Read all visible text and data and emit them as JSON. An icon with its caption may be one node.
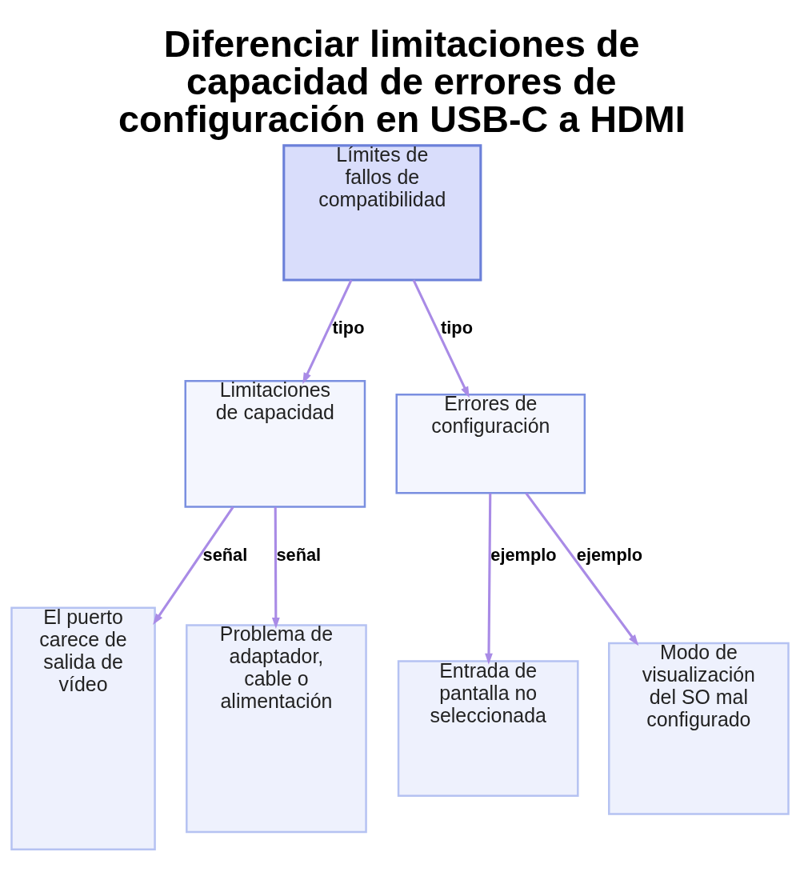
{
  "diagram": {
    "title": "Diferenciar limitaciones de capacidad de errores de configuración en USB-C a HDMI",
    "nodes": [
      {
        "text": [
          "Límites de fallos de compatibilidad"
        ]
      },
      {
        "text": [
          "Limitaciones de capacidad"
        ]
      },
      {
        "text": [
          "Errores de configuración"
        ]
      },
      {
        "text": [
          "El puerto carece de salida de vídeo"
        ]
      },
      {
        "text": [
          "Problema de adaptador, cable o alimentación"
        ]
      },
      {
        "text": [
          "Entrada de pantalla no seleccionada"
        ]
      },
      {
        "text": [
          "Modo de visualización del SO mal configurado"
        ]
      }
    ],
    "edges": [
      {
        "from": 0,
        "to": 1,
        "arrow": "to",
        "label": "tipo"
      },
      {
        "from": 0,
        "to": 2,
        "arrow": "to",
        "label": "tipo"
      },
      {
        "from": 1,
        "to": 3,
        "arrow": "to",
        "label": "señal"
      },
      {
        "from": 1,
        "to": 4,
        "arrow": "to",
        "label": "señal"
      },
      {
        "from": 2,
        "to": 5,
        "arrow": "to",
        "label": "ejemplo"
      },
      {
        "from": 2,
        "to": 6,
        "arrow": "to",
        "label": "ejemplo"
      }
    ]
  }
}
